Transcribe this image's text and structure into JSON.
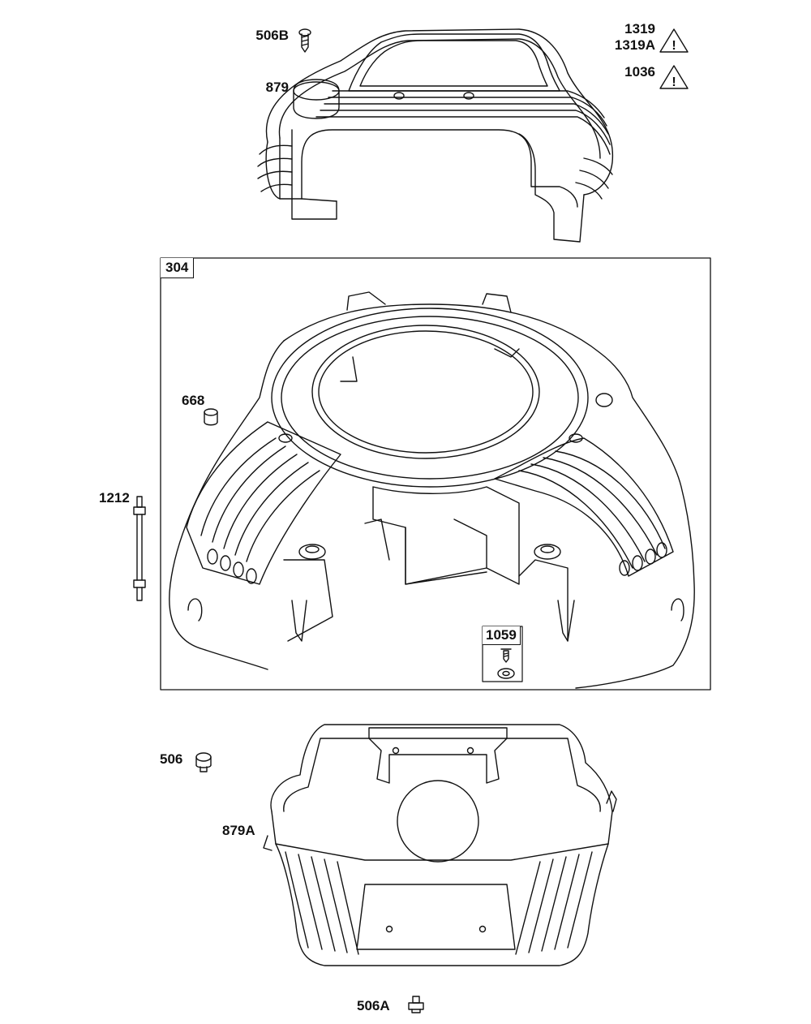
{
  "callouts": {
    "p506B": "506B",
    "p879": "879",
    "p1319": "1319",
    "p1319A": "1319A",
    "p1036": "1036",
    "p304": "304",
    "p668": "668",
    "p1212": "1212",
    "p1059": "1059",
    "p506": "506",
    "p879A": "879A",
    "p506A": "506A"
  },
  "warning_glyph": "!",
  "icons": {
    "warning": "warning-triangle-icon",
    "screw": "screw-icon",
    "bolt": "hex-bolt-icon",
    "bushing": "bushing-icon",
    "stud": "stud-icon",
    "washer": "washer-icon"
  },
  "colors": {
    "line": "#111111",
    "background": "#ffffff"
  }
}
